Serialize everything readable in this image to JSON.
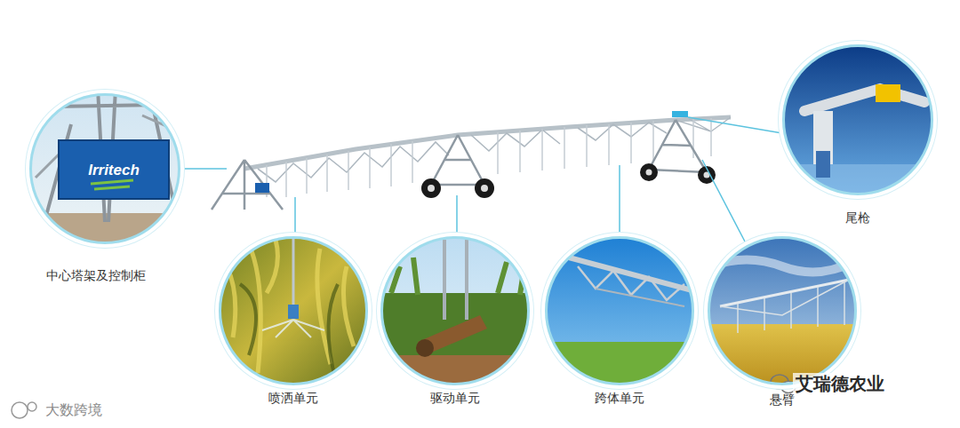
{
  "diagram": {
    "nodes": [
      {
        "text": [
          "Irritech",
          "中心塔架及控制柜"
        ]
      },
      {
        "text": [
          "喷洒单元"
        ]
      },
      {
        "text": [
          "驱动单元"
        ]
      },
      {
        "text": [
          "跨体单元"
        ]
      },
      {
        "text": [
          "悬臂"
        ]
      },
      {
        "text": [
          "尾枪"
        ]
      }
    ],
    "labels": [
      "艾瑞德农业",
      "大数跨境"
    ]
  }
}
